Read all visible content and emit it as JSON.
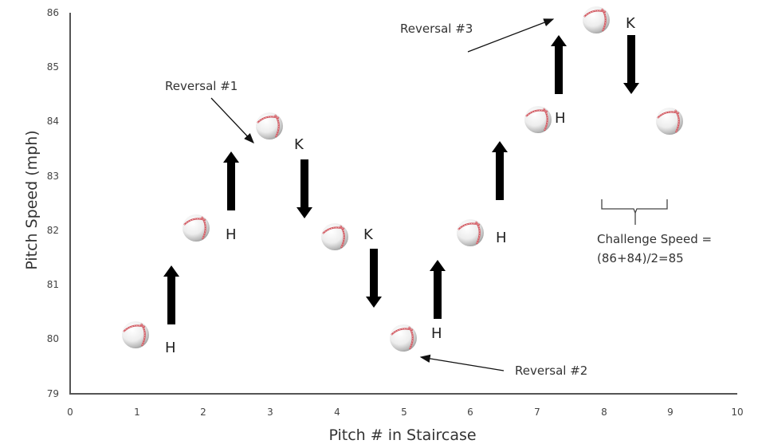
{
  "chart_data": {
    "type": "scatter",
    "title": "",
    "xlabel": "Pitch # in Staircase",
    "ylabel": "Pitch Speed (mph)",
    "xlim": [
      0,
      10
    ],
    "ylim": [
      79,
      86
    ],
    "x_ticks": [
      "0",
      "1",
      "2",
      "3",
      "4",
      "5",
      "6",
      "7",
      "8",
      "9",
      "10"
    ],
    "y_ticks": [
      "79",
      "80",
      "81",
      "82",
      "83",
      "84",
      "85",
      "86"
    ],
    "grid": false,
    "marker": "baseball",
    "points": [
      {
        "x": 1,
        "y": 80,
        "outcome": "H"
      },
      {
        "x": 2,
        "y": 82,
        "outcome": "H"
      },
      {
        "x": 3,
        "y": 84,
        "outcome": "K"
      },
      {
        "x": 4,
        "y": 82,
        "outcome": "K"
      },
      {
        "x": 5,
        "y": 80,
        "outcome": "H"
      },
      {
        "x": 6,
        "y": 82,
        "outcome": "H"
      },
      {
        "x": 7,
        "y": 84,
        "outcome": "H"
      },
      {
        "x": 8,
        "y": 86,
        "outcome": "K"
      },
      {
        "x": 9,
        "y": 84,
        "outcome": ""
      }
    ],
    "x": [
      1,
      2,
      3,
      4,
      5,
      6,
      7,
      8,
      9
    ],
    "series": [
      {
        "name": "Pitch Speed",
        "values": [
          80,
          82,
          84,
          82,
          80,
          82,
          84,
          86,
          84
        ]
      }
    ],
    "arrows": [
      {
        "between": [
          1,
          2
        ],
        "direction": "up"
      },
      {
        "between": [
          2,
          3
        ],
        "direction": "up"
      },
      {
        "between": [
          3,
          4
        ],
        "direction": "down"
      },
      {
        "between": [
          4,
          5
        ],
        "direction": "down"
      },
      {
        "between": [
          5,
          6
        ],
        "direction": "up"
      },
      {
        "between": [
          6,
          7
        ],
        "direction": "up"
      },
      {
        "between": [
          7,
          8
        ],
        "direction": "up"
      },
      {
        "between": [
          8,
          9
        ],
        "direction": "down"
      }
    ],
    "annotations": [
      {
        "text": "Reversal #1",
        "points_to": 3
      },
      {
        "text": "Reversal #2",
        "points_to": 5
      },
      {
        "text": "Reversal #3",
        "points_to": 8
      },
      {
        "text": "Challenge Speed = (86+84)/2=85",
        "brace_over": [
          8,
          9
        ]
      }
    ]
  },
  "axes": {
    "xlabel": "Pitch # in Staircase",
    "ylabel": "Pitch Speed (mph)",
    "x_ticks": [
      "0",
      "1",
      "2",
      "3",
      "4",
      "5",
      "6",
      "7",
      "8",
      "9",
      "10"
    ],
    "y_ticks": [
      "86",
      "85",
      "84",
      "83",
      "82",
      "81",
      "80",
      "79"
    ]
  },
  "labels": {
    "p1": "H",
    "p2": "H",
    "p3": "K",
    "p4": "K",
    "p5": "H",
    "p6": "H",
    "p7": "H",
    "p8": "K"
  },
  "annotations": {
    "reversal1": "Reversal #1",
    "reversal2": "Reversal #2",
    "reversal3": "Reversal #3",
    "challenge_line1": "Challenge Speed =",
    "challenge_line2": "(86+84)/2=85"
  },
  "colors": {
    "axis": "#555555",
    "arrow": "#000000",
    "seam": "#c0404a",
    "ball": "#f4f4f4"
  }
}
